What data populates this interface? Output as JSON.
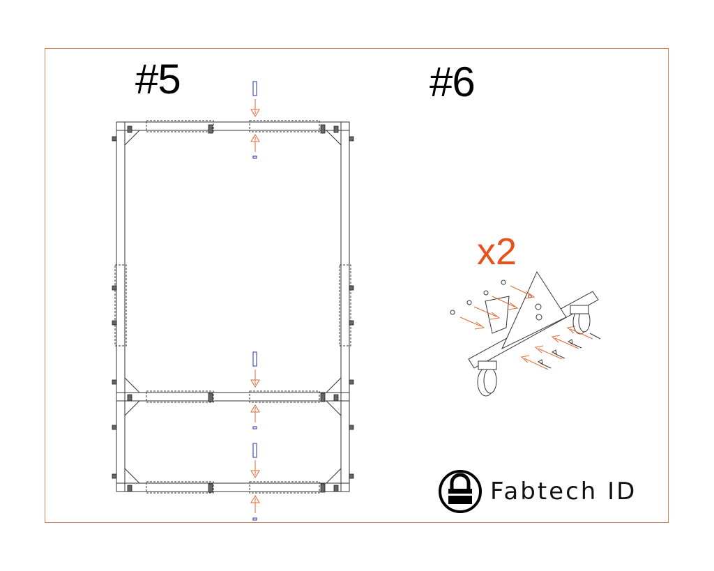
{
  "steps": [
    {
      "number": "#5"
    },
    {
      "number": "#6",
      "quantity": "x2"
    }
  ],
  "brand": {
    "name": "Fabtech ID",
    "logo_icon": "padlock-icon"
  },
  "colors": {
    "border": "#d08050",
    "arrow": "#e06a35",
    "bolt": "#2233aa",
    "qty": "#e8501c",
    "line": "#333333"
  }
}
